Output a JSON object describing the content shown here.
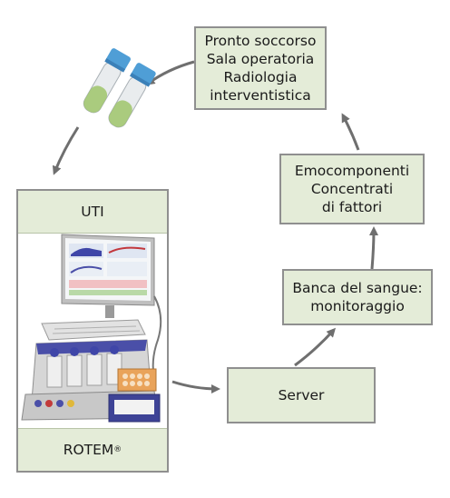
{
  "nodes": {
    "emergency": {
      "lines": [
        "Pronto soccorso",
        "Sala operatoria",
        "Radiologia",
        "interventistica"
      ]
    },
    "blood_components": {
      "lines": [
        "Emocomponenti",
        "Concentrati",
        "di fattori"
      ]
    },
    "blood_bank": {
      "lines": [
        "Banca del sangue:",
        "monitoraggio"
      ]
    },
    "server": {
      "label": "Server"
    },
    "icu": {
      "title": "UTI",
      "device_label": "ROTEM",
      "device_mark": "®"
    }
  },
  "colors": {
    "box_fill": "#e4ecd8",
    "box_border": "#8f8f8f",
    "arrow": "#6f6f6f",
    "device_body": "#d9d9d9",
    "device_accent": "#4a4fa8"
  },
  "icons": [
    "test-tubes-icon",
    "rotem-analyzer-image"
  ]
}
